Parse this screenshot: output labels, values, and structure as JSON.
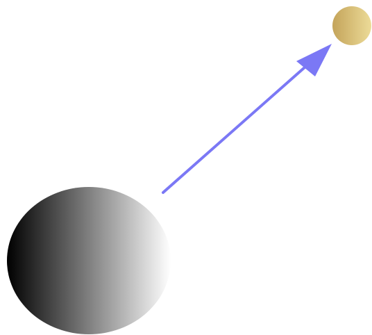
{
  "diagram": {
    "elements": [
      {
        "kind": "large-sphere",
        "fill": "gradient",
        "gradient_colors": [
          "#000000",
          "#ffffff"
        ],
        "gradient_direction": "left-to-right"
      },
      {
        "kind": "small-sphere",
        "fill": "gradient",
        "gradient_colors": [
          "#e8d48a",
          "#c9a95e"
        ]
      },
      {
        "kind": "arrow",
        "from": "large-sphere",
        "to": "small-sphere",
        "color": "#7b78f5"
      }
    ],
    "colors": {
      "background": "#ffffff",
      "arrow": "#7b78f5",
      "large_sphere_dark": "#000000",
      "large_sphere_light": "#ffffff",
      "small_sphere_light": "#ecdb98",
      "small_sphere_dark": "#c4a45a"
    }
  }
}
